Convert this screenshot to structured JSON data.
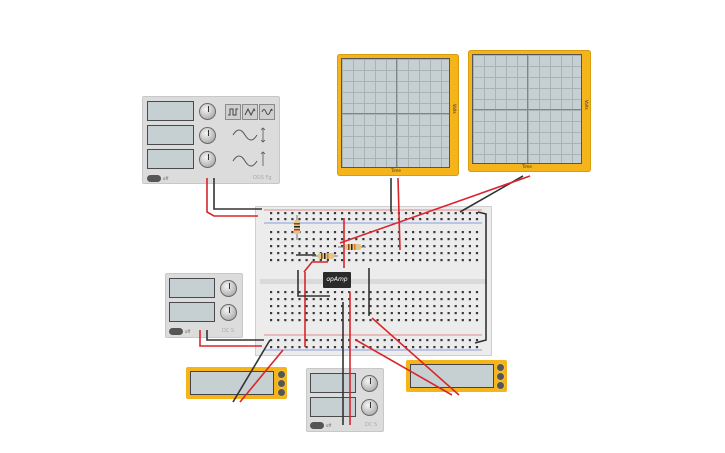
{
  "function_generator": {
    "waveforms": [
      "square",
      "triangle",
      "sine"
    ],
    "power_label": "off",
    "brand": "DDS Fg"
  },
  "oscilloscopes": [
    {
      "name": "scope-left",
      "vertical_label": "Volts",
      "time_label": "Time"
    },
    {
      "name": "scope-right",
      "vertical_label": "Volts",
      "time_label": "Time"
    }
  ],
  "power_supply_small": {
    "power_label": "off",
    "brand": "DC S"
  },
  "power_supply_bottom": {
    "power_label": "off",
    "brand": "DC S"
  },
  "opamp": {
    "label": "opAmp"
  },
  "colors": {
    "wire_red": "#d8262c",
    "wire_black": "#333333",
    "device_yellow": "#f4b41a",
    "lcd": "#c6d0d3"
  }
}
